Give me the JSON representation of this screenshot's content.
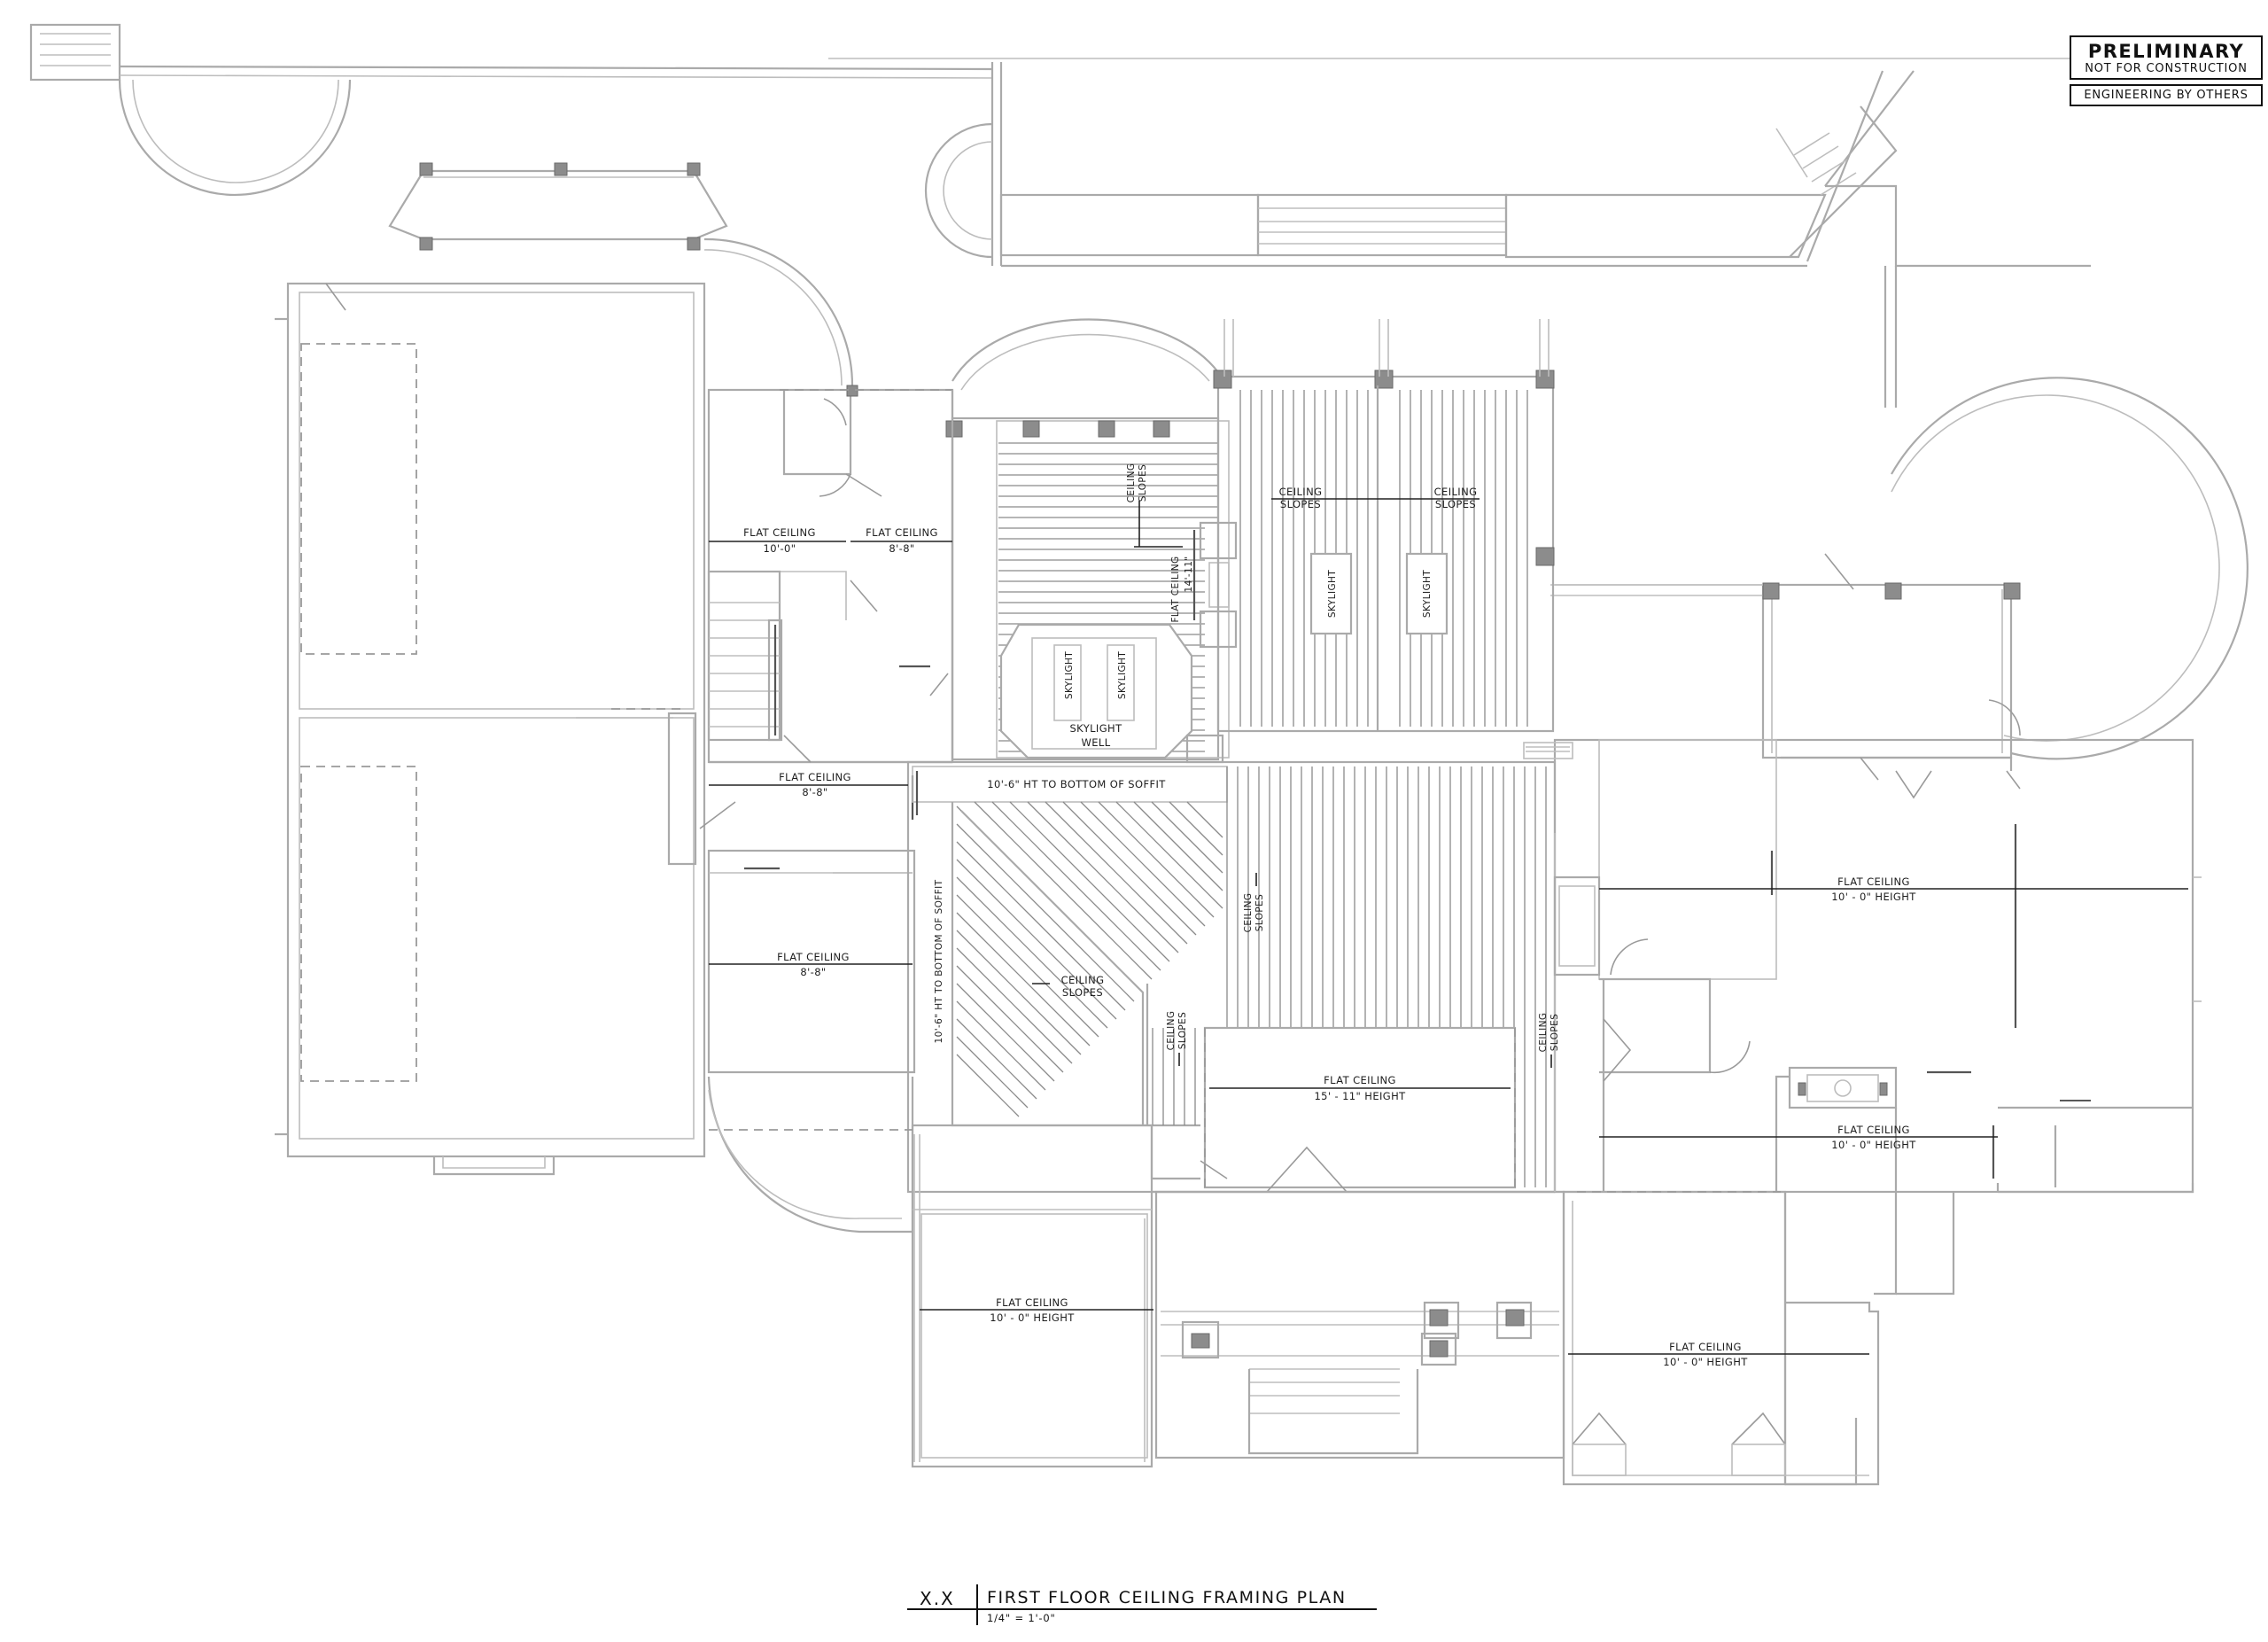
{
  "stamp": {
    "line1": "PRELIMINARY",
    "line2": "NOT FOR CONSTRUCTION",
    "line3": "ENGINEERING BY OTHERS"
  },
  "title_block": {
    "number": "X.X",
    "title": "FIRST FLOOR CEILING FRAMING PLAN",
    "scale": "1/4\" = 1'-0\""
  },
  "labels": {
    "flat_ceiling": "FLAT CEILING",
    "h_10_0": "10'-0\"",
    "h_8_8": "8'-8\"",
    "h_10_0_height": "10' - 0\" HEIGHT",
    "h_15_11_height": "15' - 11\" HEIGHT",
    "ceiling_slopes_a": "CEILING",
    "ceiling_slopes_b": "SLOPES",
    "skylight": "SKYLIGHT",
    "skylight_well_a": "SKYLIGHT",
    "skylight_well_b": "WELL",
    "flat_ceiling_14": "FLAT CEILING",
    "h_14_11": "14'-11\"",
    "soffit_h": "10'-6\" HT TO BOTTOM OF SOFFIT",
    "soffit_v": "10'-6\" HT TO BOTTOM OF SOFFIT"
  }
}
